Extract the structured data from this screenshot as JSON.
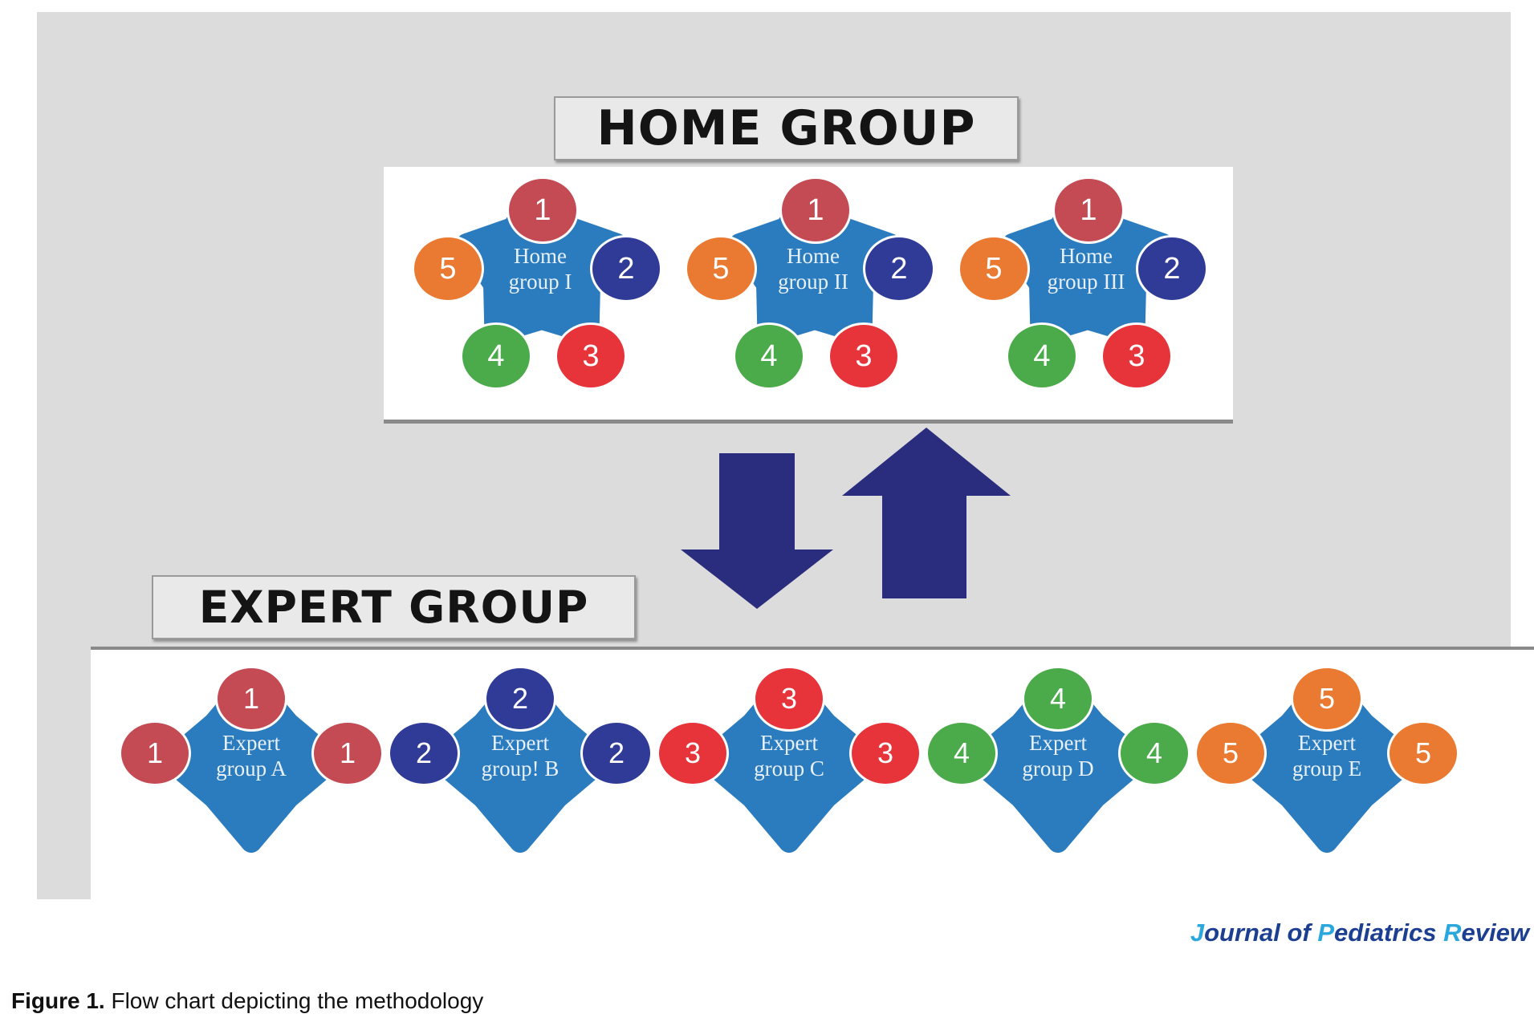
{
  "home_group": {
    "title": "HOME GROUP",
    "groups": [
      {
        "label_line1": "Home",
        "label_line2": "group I",
        "members": [
          "1",
          "2",
          "3",
          "4",
          "5"
        ]
      },
      {
        "label_line1": "Home",
        "label_line2": "group II",
        "members": [
          "1",
          "2",
          "3",
          "4",
          "5"
        ]
      },
      {
        "label_line1": "Home",
        "label_line2": "group III",
        "members": [
          "1",
          "2",
          "3",
          "4",
          "5"
        ]
      }
    ]
  },
  "expert_group": {
    "title": "EXPERT GROUP",
    "groups": [
      {
        "label_line1": "Expert",
        "label_line2": "group A",
        "members": [
          "1",
          "1",
          "1"
        ],
        "color": "#c44a54"
      },
      {
        "label_line1": "Expert",
        "label_line2": "group! B",
        "members": [
          "2",
          "2",
          "2"
        ],
        "color": "#2f3b96"
      },
      {
        "label_line1": "Expert",
        "label_line2": "group C",
        "members": [
          "3",
          "3",
          "3"
        ],
        "color": "#e7343b"
      },
      {
        "label_line1": "Expert",
        "label_line2": "group D",
        "members": [
          "4",
          "4",
          "4"
        ],
        "color": "#4bab4a"
      },
      {
        "label_line1": "Expert",
        "label_line2": "group E",
        "members": [
          "5",
          "5",
          "5"
        ],
        "color": "#ea7a31"
      }
    ]
  },
  "member_colors": {
    "1": "#c44a54",
    "2": "#2f3b96",
    "3": "#e7343b",
    "4": "#4bab4a",
    "5": "#ea7a31"
  },
  "center_color": "#2b7cbf",
  "arrow_color": "#2a2d7e",
  "journal": {
    "j": "J",
    "ournal_of": "ournal of ",
    "p": "P",
    "ediatrics": "ediatrics ",
    "r": "R",
    "eview": "eview"
  },
  "caption": {
    "label": "Figure 1.",
    "text": " Flow chart depicting the methodology"
  }
}
